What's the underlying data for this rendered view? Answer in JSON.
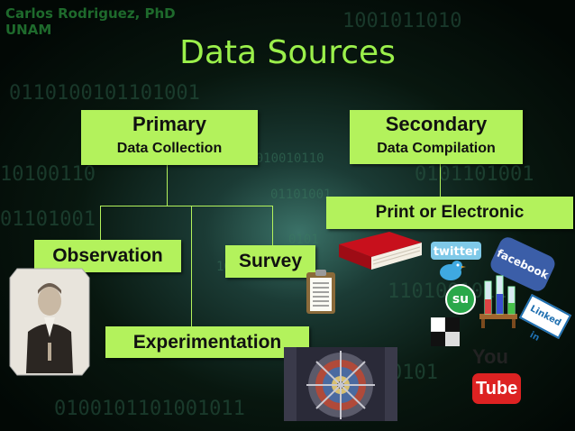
{
  "header": {
    "author_name": "Carlos Rodriguez, PhD",
    "author_affiliation": "UNAM",
    "title": "Data Sources"
  },
  "boxes": {
    "primary": {
      "title": "Primary",
      "subtitle": "Data Collection"
    },
    "secondary": {
      "title": "Secondary",
      "subtitle": "Data Compilation"
    },
    "print_or_electronic": "Print or Electronic",
    "observation": "Observation",
    "survey": "Survey",
    "experimentation": "Experimentation"
  },
  "logos": {
    "twitter": "twitter",
    "facebook": "facebook",
    "linkedin": "Linked in",
    "youtube_you": "You",
    "youtube_tube": "Tube",
    "stumbleupon": "su"
  },
  "colors": {
    "box_fill": "#b3f25c",
    "title": "#9bf04b",
    "author": "#1e6a2c"
  },
  "icons": [
    "portrait-image",
    "clipboard-icon",
    "book-icon",
    "lab-glassware-icon",
    "particle-detector-image",
    "delicious-icon",
    "twitter-bird-icon"
  ]
}
